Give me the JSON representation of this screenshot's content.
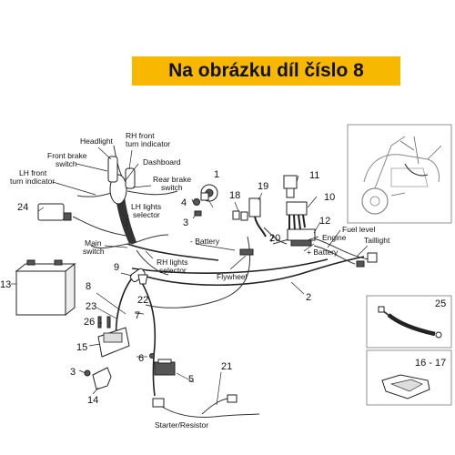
{
  "banner": {
    "title": "Na obrázku díl číslo 8",
    "color": "#f9b800"
  },
  "labels": {
    "headlight": "Headlight",
    "rh_front_turn_1": "RH front",
    "rh_front_turn_2": "turn indicator",
    "front_brake_1": "Front brake",
    "front_brake_2": "switch",
    "dashboard": "Dashboard",
    "rear_brake_1": "Rear brake",
    "rear_brake_2": "switch",
    "lh_front_turn_1": "LH front",
    "lh_front_turn_2": "turn indicator",
    "lh_lights_1": "LH lights",
    "lh_lights_2": "selector",
    "battery_minus": "- Battery",
    "main_switch_1": "Main",
    "main_switch_2": "switch",
    "rh_lights_1": "RH lights",
    "rh_lights_2": "selector",
    "flywheel": "Flywheel",
    "fuel_level": "Fuel level",
    "engine": "Engine",
    "taillight": "Taillight",
    "battery_plus": "+ Battery",
    "starter_resistor": "Starter/Resistor"
  },
  "part_numbers": {
    "n1": "1",
    "n2": "2",
    "n3a": "3",
    "n3b": "3",
    "n4": "4",
    "n5": "5",
    "n6": "6",
    "n7": "7",
    "n8": "8",
    "n9": "9",
    "n10": "10",
    "n11": "11",
    "n12": "12",
    "n13": "13",
    "n14": "14",
    "n15": "15",
    "n16_17": "16 - 17",
    "n18": "18",
    "n19": "19",
    "n20": "20",
    "n21": "21",
    "n22": "22",
    "n23": "23",
    "n24": "24",
    "n25": "25",
    "n26": "26"
  }
}
